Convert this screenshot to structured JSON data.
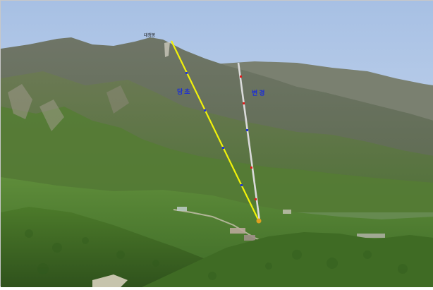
{
  "photo": {
    "peak_label": "대청봉",
    "original_route_label": "당초",
    "changed_route_label": "변경"
  },
  "colors": {
    "sky_top": "#a9c1e3",
    "sky_bottom": "#cfdcef",
    "original_route": "#f2f20a",
    "changed_route": "#d9d9d9",
    "route_marker_blue": "#2236d6",
    "route_marker_red": "#e01a1a",
    "label_blue": "#1a2dd8"
  }
}
